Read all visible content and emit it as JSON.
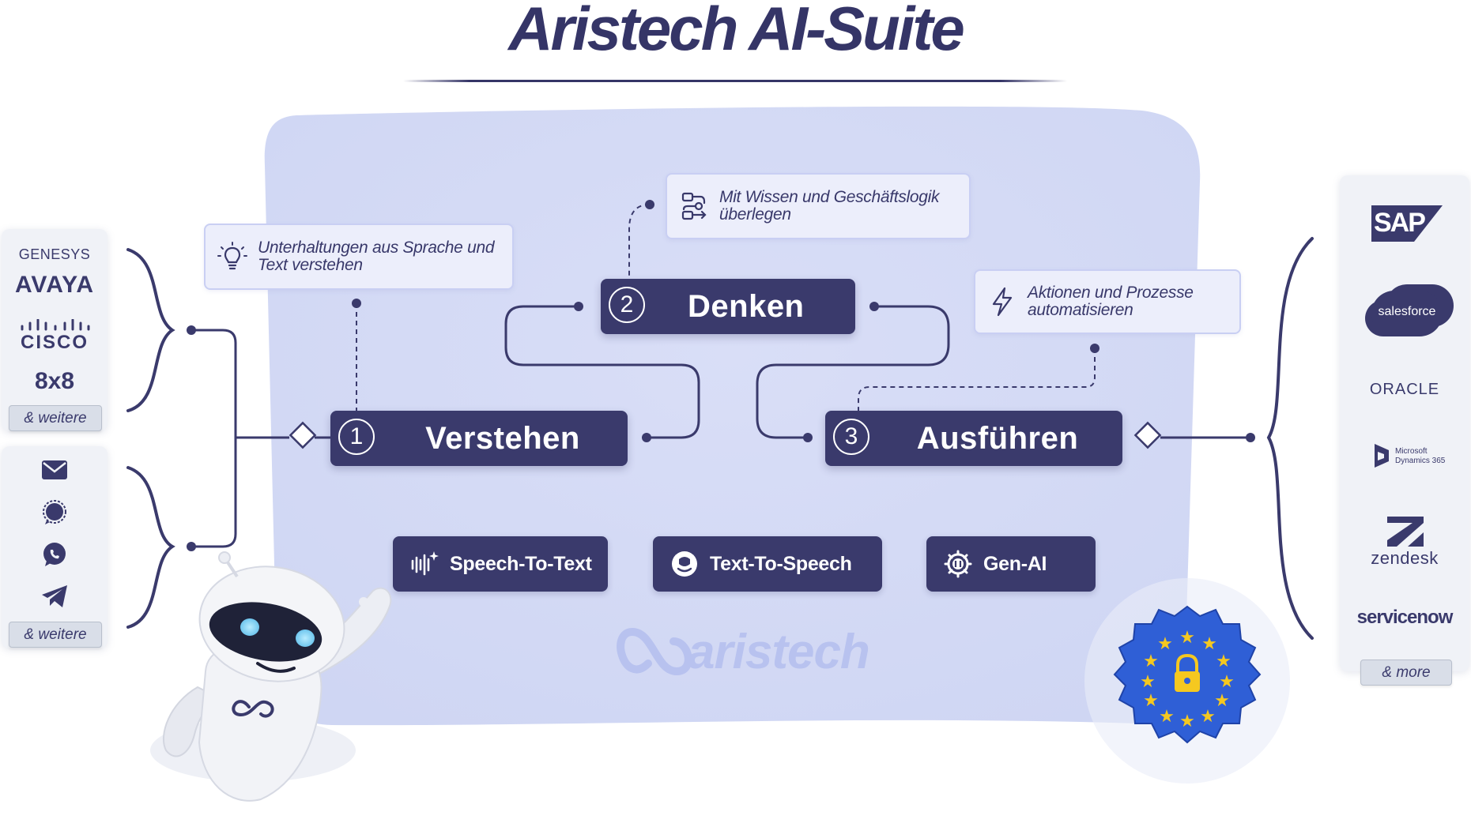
{
  "header": {
    "title": "Aristech AI-Suite"
  },
  "tooltips": {
    "understand": "Unterhaltungen aus Sprache und Text verstehen",
    "think": "Mit Wissen und Geschäftslogik überlegen",
    "act": "Aktionen und Prozesse automatisieren"
  },
  "steps": [
    {
      "num": "1",
      "label": "Verstehen"
    },
    {
      "num": "2",
      "label": "Denken"
    },
    {
      "num": "3",
      "label": "Ausführen"
    }
  ],
  "features": [
    {
      "label": "Speech-To-Text",
      "icon": "soundwave-sparkle-icon"
    },
    {
      "label": "Text-To-Speech",
      "icon": "speaking-head-icon"
    },
    {
      "label": "Gen-AI",
      "icon": "chip-icon"
    }
  ],
  "left_panel_top": {
    "logos": [
      "GENESYS",
      "AVAYA",
      "CISCO",
      "8x8"
    ],
    "more": "& weitere"
  },
  "left_panel_bottom": {
    "icons": [
      "email-icon",
      "chat-bubble-icon",
      "whatsapp-icon",
      "telegram-icon"
    ],
    "more": "& weitere"
  },
  "right_panel": {
    "logos": [
      "SAP",
      "salesforce",
      "ORACLE",
      "Microsoft Dynamics 365",
      "zendesk",
      "servicenow"
    ],
    "more": "& more"
  },
  "watermark": "aristech",
  "colors": {
    "navy": "#3a3a6c",
    "background_blob": "#d6dcf5",
    "tooltip_bg": "#eceefb",
    "eu_blue": "#2f5fd6",
    "eu_star": "#f5c820"
  }
}
